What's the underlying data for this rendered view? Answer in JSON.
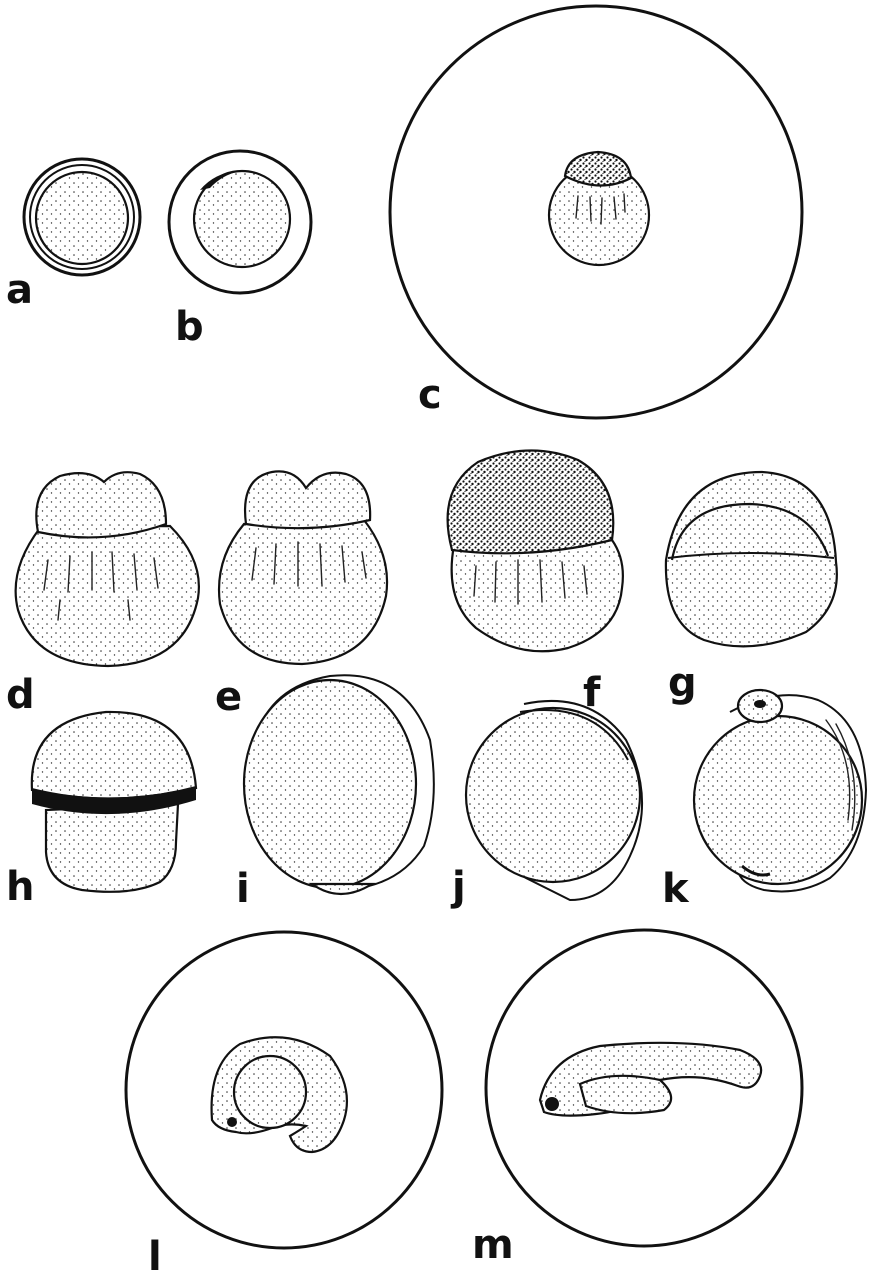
{
  "figure": {
    "panels": [
      {
        "id": "a",
        "label": "a"
      },
      {
        "id": "b",
        "label": "b"
      },
      {
        "id": "c",
        "label": "c"
      },
      {
        "id": "d",
        "label": "d"
      },
      {
        "id": "e",
        "label": "e"
      },
      {
        "id": "f",
        "label": "f"
      },
      {
        "id": "g",
        "label": "g"
      },
      {
        "id": "h",
        "label": "h"
      },
      {
        "id": "i",
        "label": "i"
      },
      {
        "id": "j",
        "label": "j"
      },
      {
        "id": "k",
        "label": "k"
      },
      {
        "id": "l",
        "label": "l"
      },
      {
        "id": "m",
        "label": "m"
      }
    ]
  }
}
